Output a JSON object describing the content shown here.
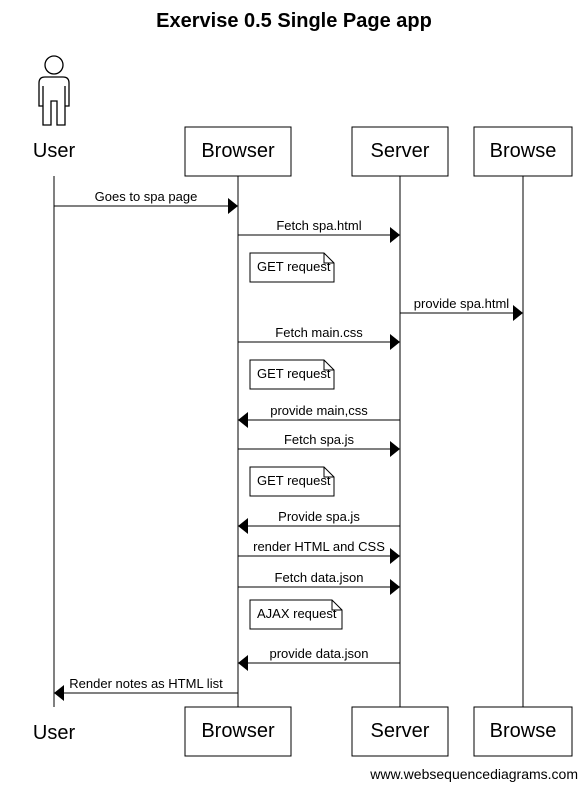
{
  "title": "Exervise 0.5 Single Page app",
  "footer": "www.websequencediagrams.com",
  "participants": [
    {
      "id": "user",
      "label": "User",
      "type": "actor"
    },
    {
      "id": "browser",
      "label": "Browser",
      "type": "box"
    },
    {
      "id": "server",
      "label": "Server",
      "type": "box"
    },
    {
      "id": "browse",
      "label": "Browse",
      "type": "box"
    }
  ],
  "messages": [
    {
      "from": "user",
      "to": "browser",
      "label": "Goes to spa page"
    },
    {
      "from": "browser",
      "to": "server",
      "label": "Fetch spa.html"
    },
    {
      "note": "GET request",
      "over": "browser"
    },
    {
      "from": "server",
      "to": "browse",
      "label": "provide spa.html"
    },
    {
      "from": "browser",
      "to": "server",
      "label": "Fetch main.css"
    },
    {
      "note": "GET request",
      "over": "browser"
    },
    {
      "from": "server",
      "to": "browser",
      "label": "provide main,css"
    },
    {
      "from": "browser",
      "to": "server",
      "label": "Fetch spa.js"
    },
    {
      "note": "GET request",
      "over": "browser"
    },
    {
      "from": "server",
      "to": "browser",
      "label": "Provide spa.js"
    },
    {
      "from": "browser",
      "to": "server",
      "label": "render HTML and CSS"
    },
    {
      "from": "browser",
      "to": "server",
      "label": "Fetch data.json"
    },
    {
      "note": "AJAX request",
      "over": "browser"
    },
    {
      "from": "server",
      "to": "browser",
      "label": "provide data.json"
    },
    {
      "from": "browser",
      "to": "user",
      "label": "Render notes as HTML list"
    }
  ]
}
